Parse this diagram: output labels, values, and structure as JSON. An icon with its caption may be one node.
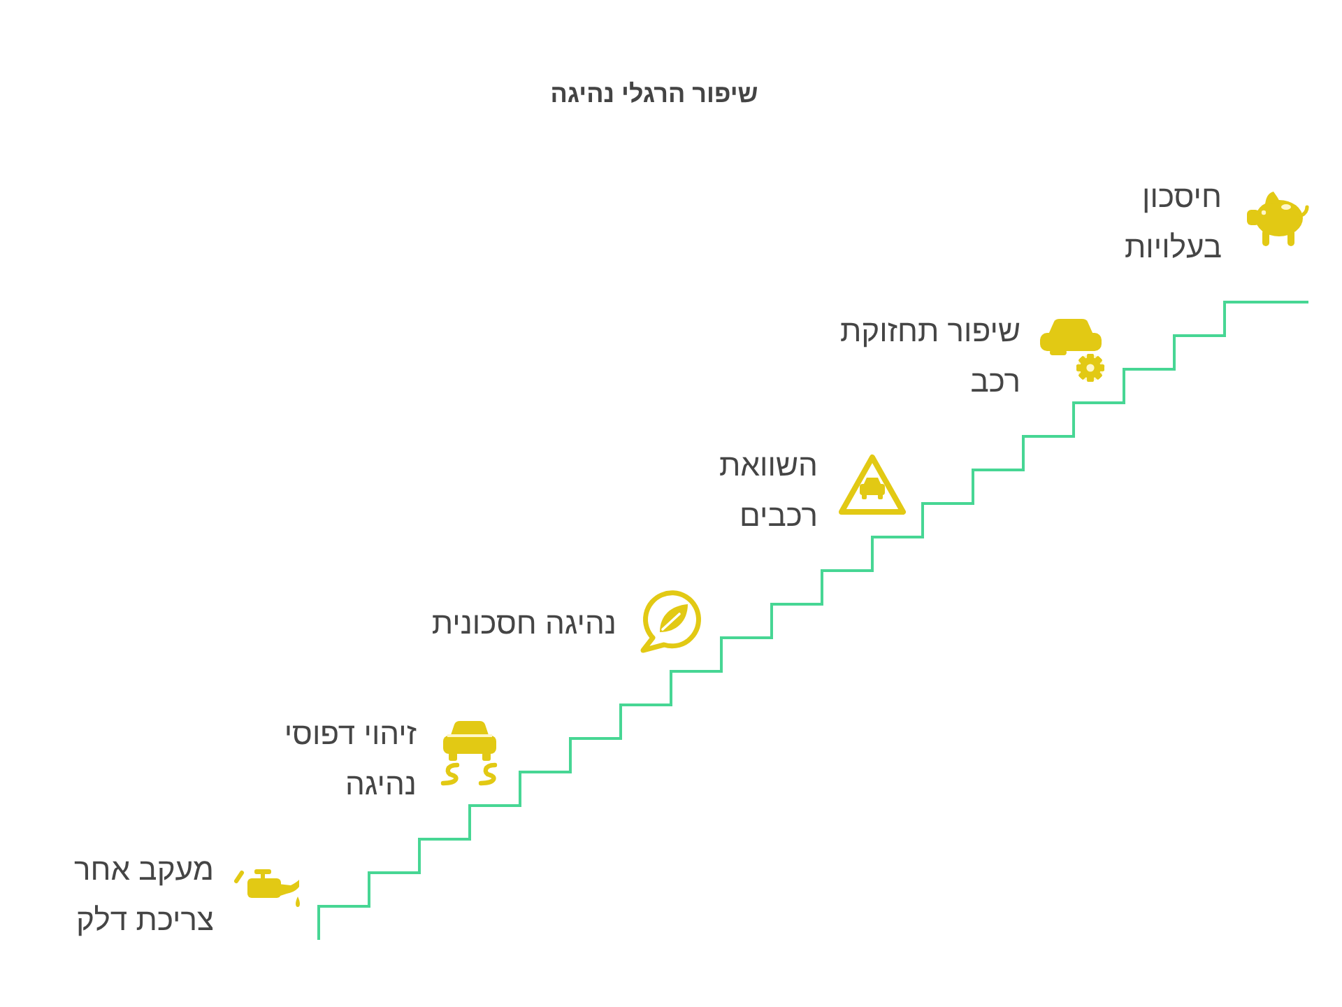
{
  "diagram": {
    "title": "שיפור הרגלי נהיגה",
    "labels": [
      "מעקב אחר צריכת דלק",
      "זיהוי דפוסי נהיגה",
      "נהיגה חסכונית",
      "השוואת רכבים",
      "שיפור תחזוקת רכב",
      "חיסכון בעלויות"
    ]
  }
}
